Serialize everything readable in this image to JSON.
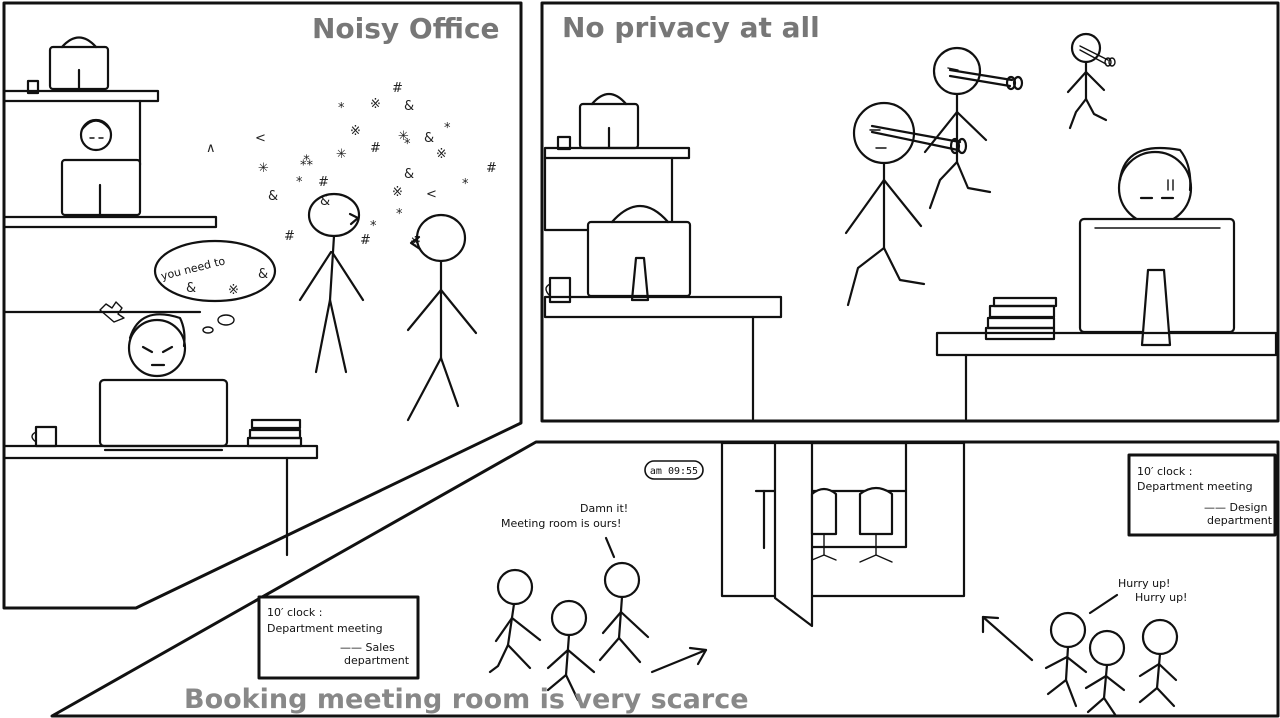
{
  "panels": {
    "noisy_office": {
      "title": "Noisy Office",
      "thought_text": "you need to",
      "noise_symbols": [
        "#",
        "*",
        "※",
        "&",
        "<",
        "∧",
        "⁂",
        "✳",
        "#",
        "*",
        "※",
        "&",
        "*",
        "#",
        "※",
        "✳",
        "&",
        "*",
        "#",
        "<",
        "※",
        "*",
        "&",
        "#",
        "✳",
        "*",
        "※",
        "#",
        "&",
        "*"
      ]
    },
    "no_privacy": {
      "title": "No privacy at all"
    },
    "booking": {
      "title": "Booking meeting room is very scarce",
      "clock": "am 09:55",
      "speech_left_line1": "Damn it!",
      "speech_left_line2": "Meeting room is ours!",
      "speech_right_line1": "Hurry up!",
      "speech_right_line2": "Hurry up!",
      "note_left": {
        "line1": "10′ clock :",
        "line2": "Department meeting",
        "line3": "—— Sales",
        "line4": "department"
      },
      "note_right": {
        "line1": "10′ clock :",
        "line2": "Department meeting",
        "line3": "—— Design",
        "line4": "department"
      }
    }
  }
}
